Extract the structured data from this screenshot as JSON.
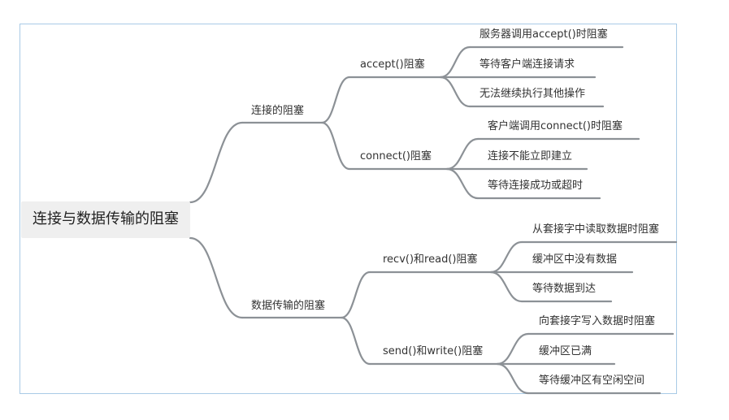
{
  "root": {
    "label": "连接与数据传输的阻塞"
  },
  "branches": [
    {
      "label": "连接的阻塞",
      "children": [
        {
          "label": "accept()阻塞",
          "children": [
            {
              "label": "服务器调用accept()时阻塞"
            },
            {
              "label": "等待客户端连接请求"
            },
            {
              "label": "无法继续执行其他操作"
            }
          ]
        },
        {
          "label": "connect()阻塞",
          "children": [
            {
              "label": "客户端调用connect()时阻塞"
            },
            {
              "label": "连接不能立即建立"
            },
            {
              "label": "等待连接成功或超时"
            }
          ]
        }
      ]
    },
    {
      "label": "数据传输的阻塞",
      "children": [
        {
          "label": "recv()和read()阻塞",
          "children": [
            {
              "label": "从套接字中读取数据时阻塞"
            },
            {
              "label": "缓冲区中没有数据"
            },
            {
              "label": "等待数据到达"
            }
          ]
        },
        {
          "label": "send()和write()阻塞",
          "children": [
            {
              "label": "向套接字写入数据时阻塞"
            },
            {
              "label": "缓冲区已满"
            },
            {
              "label": "等待缓冲区有空闲空间"
            }
          ]
        }
      ]
    }
  ],
  "colors": {
    "connector": "#8c9196",
    "frame": "#a9cbe6",
    "root_fill": "#efefef",
    "text": "#333333"
  }
}
